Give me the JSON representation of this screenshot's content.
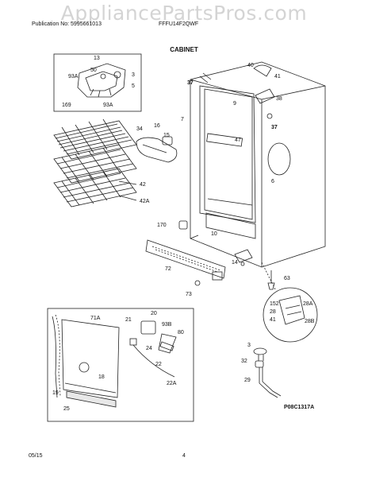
{
  "watermark": "AppliancePartsPros.com",
  "header": {
    "publication": "Publication No: 5995661013",
    "model": "FFFU14F2QWF"
  },
  "section_title": "CABINET",
  "footer": {
    "date": "05/15",
    "page": "4"
  },
  "diagram_code": "P08C1317A",
  "callouts": {
    "c13": "13",
    "c93a_1": "93A",
    "c50": "50",
    "c3_1": "3",
    "c5": "5",
    "c169": "169",
    "c93a_2": "93A",
    "c34": "34",
    "c16": "16",
    "c15": "15",
    "c42": "42",
    "c42a": "42A",
    "c7": "7",
    "c37_1": "37",
    "c40": "40",
    "c41": "41",
    "c9": "9",
    "c38": "38",
    "c37_2": "37",
    "c47": "47",
    "c6": "6",
    "c170": "170",
    "c10": "10",
    "c14": "14",
    "c72": "72",
    "c73": "73",
    "c63": "63",
    "c152": "152",
    "c28_1": "28",
    "c28a": "28A",
    "c41_2": "41",
    "c28b": "28B",
    "c20": "20",
    "c21": "21",
    "c93b": "93B",
    "c80": "80",
    "c71a": "71A",
    "c24": "24",
    "c22": "22",
    "c18": "18",
    "c22a": "22A",
    "c19": "19",
    "c25": "25",
    "c3_2": "3",
    "c32": "32",
    "c29": "29"
  }
}
